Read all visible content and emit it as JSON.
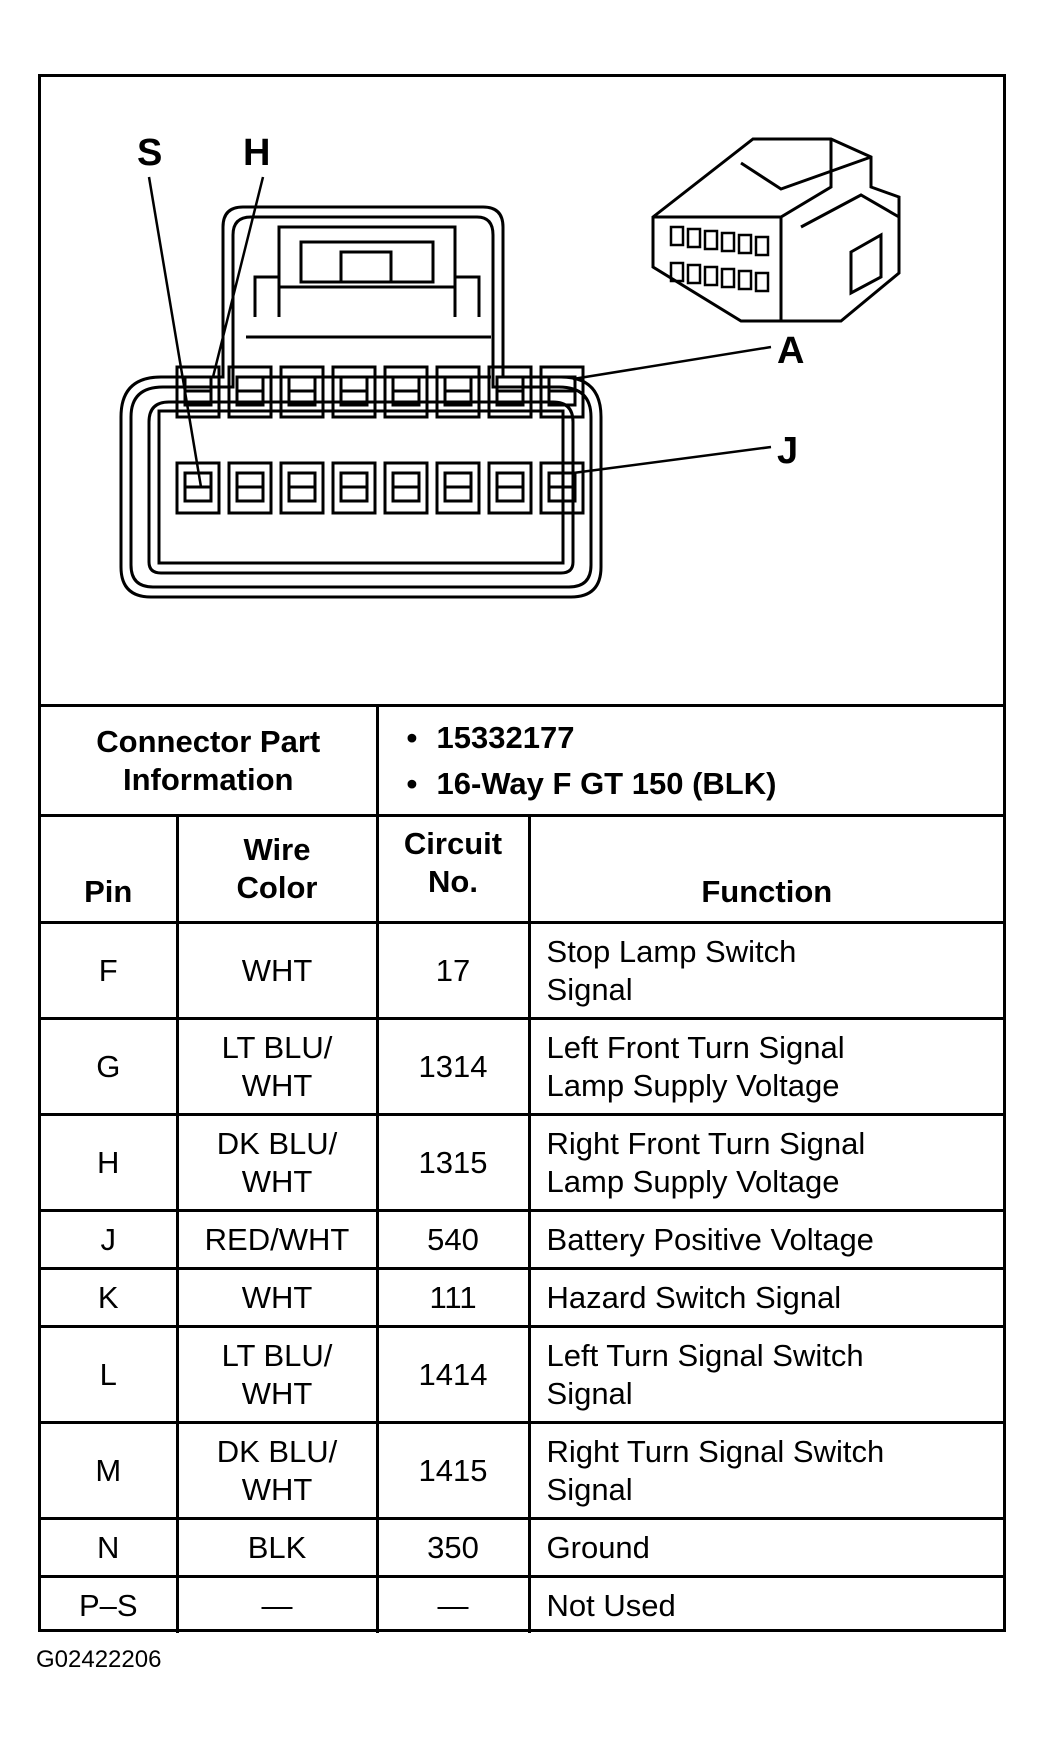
{
  "callouts": {
    "s": "S",
    "h": "H",
    "a": "A",
    "j": "J"
  },
  "connector_info": {
    "heading_line1": "Connector Part",
    "heading_line2": "Information",
    "part_number": "15332177",
    "description": "16-Way F GT 150 (BLK)"
  },
  "table": {
    "headers": {
      "pin": "Pin",
      "wire_line1": "Wire",
      "wire_line2": "Color",
      "circuit_line1": "Circuit",
      "circuit_line2": "No.",
      "function": "Function"
    },
    "rows": [
      {
        "pin": "F",
        "wire1": "WHT",
        "wire2": "",
        "circuit": "17",
        "fn1": "Stop Lamp Switch",
        "fn2": "Signal"
      },
      {
        "pin": "G",
        "wire1": "LT BLU/",
        "wire2": "WHT",
        "circuit": "1314",
        "fn1": "Left Front Turn Signal",
        "fn2": "Lamp Supply Voltage"
      },
      {
        "pin": "H",
        "wire1": "DK BLU/",
        "wire2": "WHT",
        "circuit": "1315",
        "fn1": "Right Front Turn Signal",
        "fn2": "Lamp Supply Voltage"
      },
      {
        "pin": "J",
        "wire1": "RED/WHT",
        "wire2": "",
        "circuit": "540",
        "fn1": "Battery Positive Voltage",
        "fn2": ""
      },
      {
        "pin": "K",
        "wire1": "WHT",
        "wire2": "",
        "circuit": "111",
        "fn1": "Hazard Switch Signal",
        "fn2": ""
      },
      {
        "pin": "L",
        "wire1": "LT BLU/",
        "wire2": "WHT",
        "circuit": "1414",
        "fn1": "Left Turn Signal Switch",
        "fn2": "Signal"
      },
      {
        "pin": "M",
        "wire1": "DK BLU/",
        "wire2": "WHT",
        "circuit": "1415",
        "fn1": "Right Turn Signal Switch",
        "fn2": "Signal"
      },
      {
        "pin": "N",
        "wire1": "BLK",
        "wire2": "",
        "circuit": "350",
        "fn1": "Ground",
        "fn2": ""
      },
      {
        "pin": "P–S",
        "wire1": "—",
        "wire2": "",
        "circuit": "—",
        "fn1": "Not Used",
        "fn2": ""
      }
    ]
  },
  "figure_id": "G02422206"
}
